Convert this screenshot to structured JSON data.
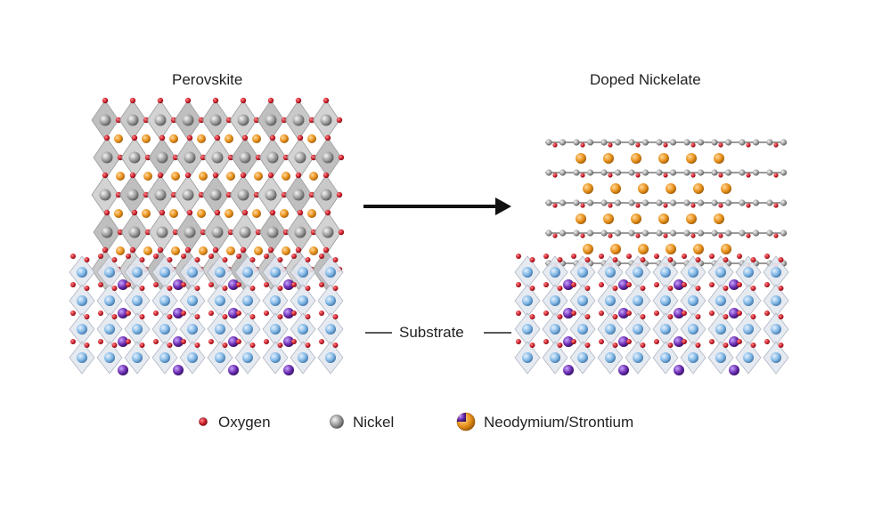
{
  "titles": {
    "left": "Perovskite",
    "right": "Doped Nickelate"
  },
  "substrate_label": "Substrate",
  "legend": {
    "oxygen": "Oxygen",
    "nickel": "Nickel",
    "nd_sr": "Neodymium/Strontium"
  },
  "colors": {
    "oxygen": "#cc1f2b",
    "nickel": "#9a9a9a",
    "neodymium": "#e8901a",
    "strontium": "#6a2bb0",
    "substrate_atom": "#7fb6e4",
    "octahedron": "#b9b9b9"
  }
}
